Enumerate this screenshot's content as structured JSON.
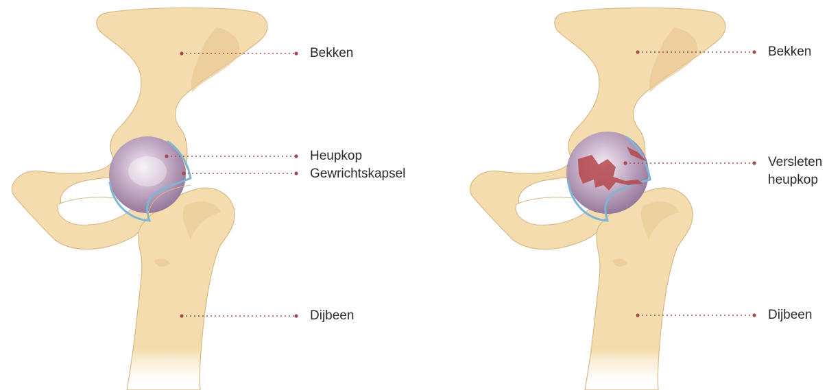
{
  "colors": {
    "bone": "#f4dcae",
    "bone_shade": "#e8c994",
    "bone_outline": "#c9aa78",
    "head": "#b59ab8",
    "head_light": "#efe4f0",
    "capsule": "#7fb6d6",
    "damage": "#b5474b",
    "leader": "#a54a4a",
    "text": "#2b2b2b"
  },
  "healthy": {
    "labels": {
      "pelvis": "Bekken",
      "femoral_head": "Heupkop",
      "joint_capsule": "Gewrichtskapsel",
      "femur": "Dijbeen"
    }
  },
  "worn": {
    "labels": {
      "pelvis": "Bekken",
      "worn_head_line1": "Versleten",
      "worn_head_line2": "heupkop",
      "femur": "Dijbeen"
    }
  }
}
